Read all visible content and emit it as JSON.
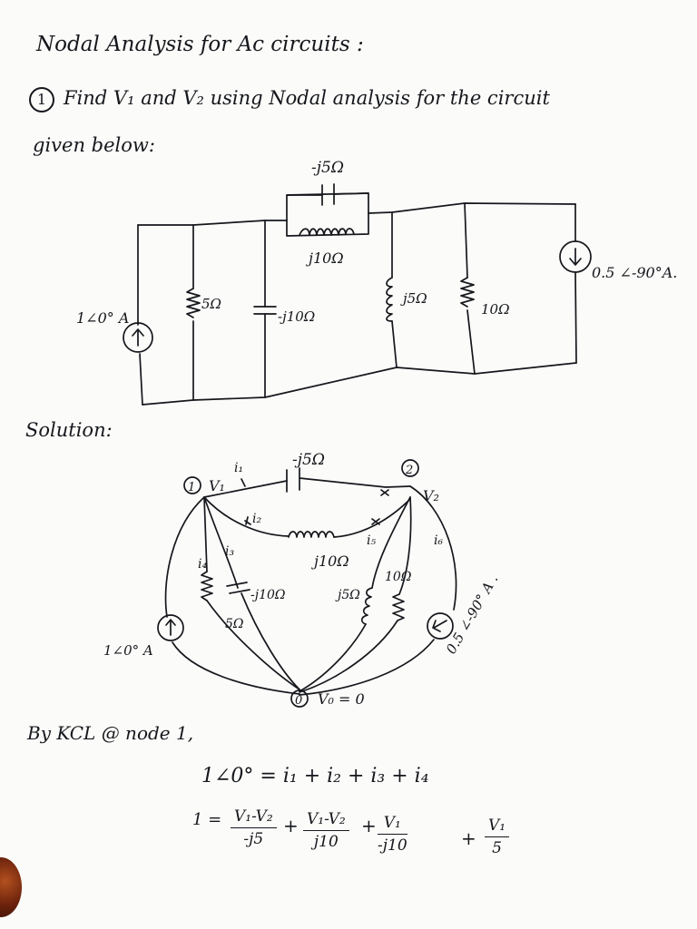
{
  "header": {
    "title": "Nodal Analysis for Ac circuits :",
    "problem_number": "1",
    "problem_line1": "Find V₁ and V₂ using Nodal analysis for the circuit",
    "problem_line2": "given below:"
  },
  "circuit1": {
    "cap_top": "-j5Ω",
    "ind_top": "j10Ω",
    "res5": "5Ω",
    "cap_mid": "-j10Ω",
    "ind_right": "j5Ω",
    "res10": "10Ω",
    "source_left": "1∠0° A",
    "source_right": "0.5 ∠-90°A."
  },
  "solution": {
    "heading": "Solution:",
    "node1_number": "1",
    "node1_label": "V₁",
    "node2_number": "2",
    "node2_label": "V₂",
    "node0_number": "0",
    "node0_label": "V₀ = 0",
    "i1": "i₁",
    "i2": "i₂",
    "i3": "i₃",
    "i4": "i₄",
    "i5": "i₅",
    "i6": "i₆",
    "cap_top": "-j5Ω",
    "ind_top": "j10Ω",
    "cap_mid": "-j10Ω",
    "res5": "5Ω",
    "ind_right": "j5Ω",
    "res10": "10Ω",
    "source_left": "1∠0° A",
    "source_right": "0.5 ∠-90° A ."
  },
  "kcl": {
    "intro": "By KCL @ node 1,",
    "eq1": "1∠0° = i₁ + i₂ + i₃ + i₄",
    "eq2_lhs": "1 =",
    "t1_num": "V₁-V₂",
    "t1_den": "-j5",
    "t2_num": "V₁-V₂",
    "t2_den": "j10",
    "t3_num": "V₁",
    "t3_den": "-j10",
    "t4_num": "V₁",
    "t4_den": "5",
    "plus": "+"
  }
}
